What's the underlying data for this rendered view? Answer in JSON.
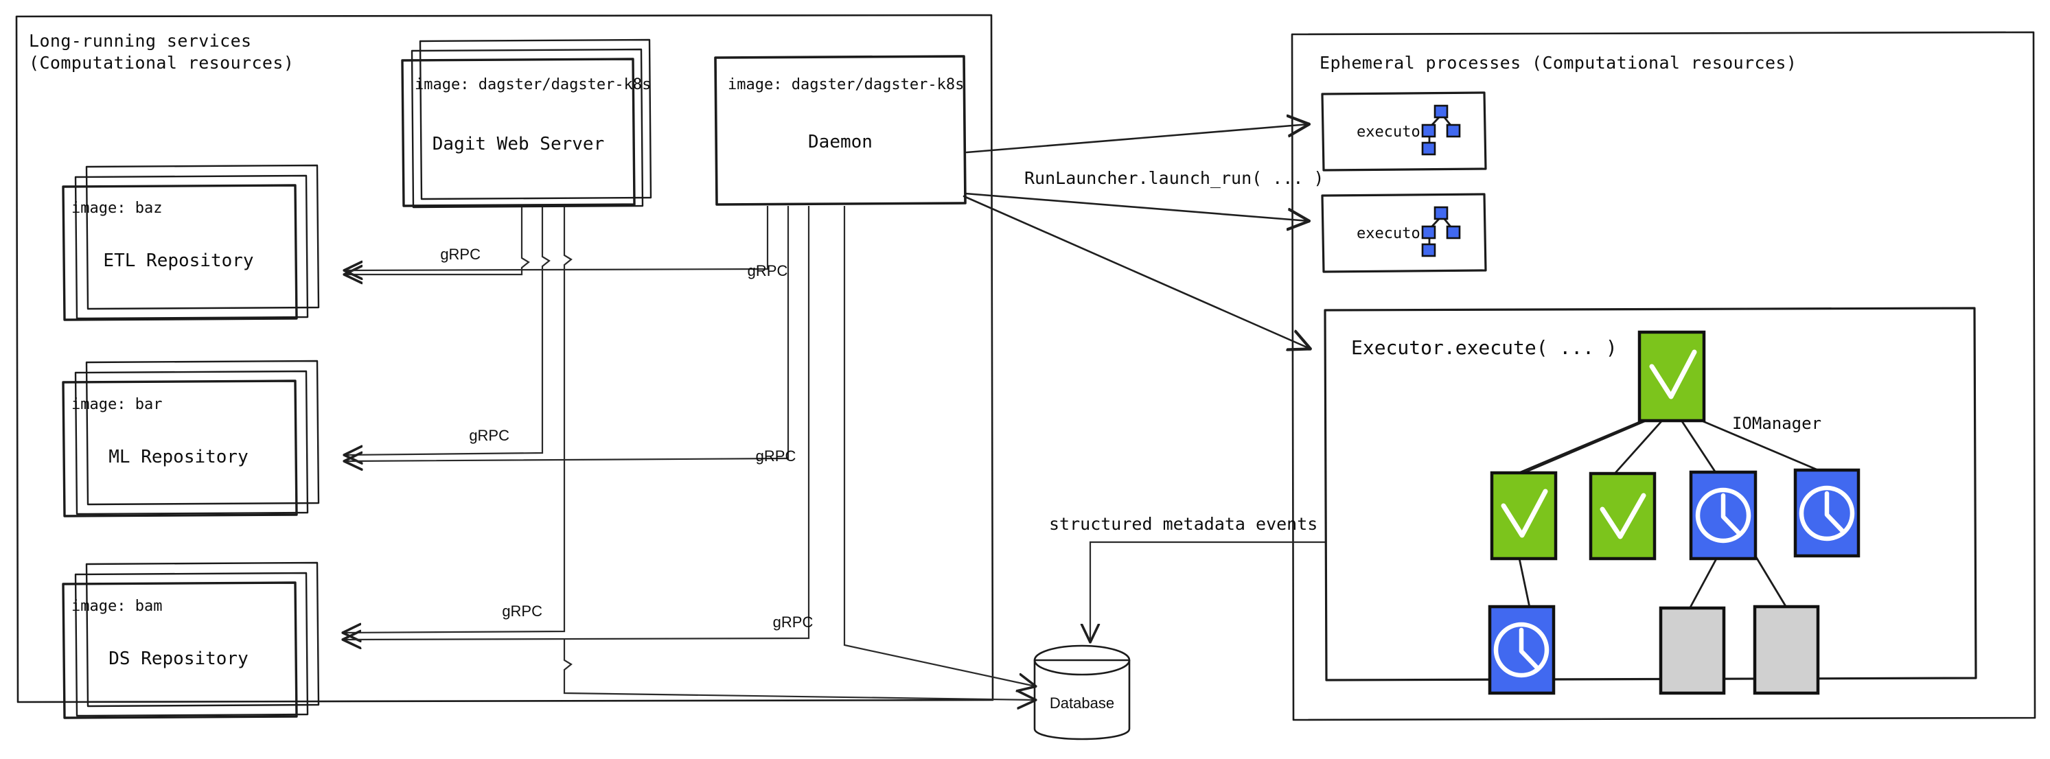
{
  "diagram": {
    "title_left": "Long-running services\n(Computational resources)",
    "panels": [
      {
        "id": "left",
        "line1": "Long-running services",
        "line2": "(Computational resources)"
      },
      {
        "id": "right",
        "line1": "Ephemeral processes (Computational resources)",
        "line2": ""
      }
    ]
  },
  "left_panel": {
    "title_line1": "Long-running services",
    "title_line2": "(Computational resources)",
    "services": [
      {
        "name": "dagit",
        "image_label": "image: dagster/dagster-k8s",
        "title": "Dagit Web Server",
        "fill": "#fbe0a2",
        "stacked": true
      },
      {
        "name": "daemon",
        "image_label": "image: dagster/dagster-k8s",
        "title": "Daemon",
        "fill": "#aed4f2",
        "stacked": false
      }
    ],
    "repositories": [
      {
        "image_label": "image: baz",
        "title": "ETL Repository",
        "fill": "#bfe6c4"
      },
      {
        "image_label": "image: bar",
        "title": "ML Repository",
        "fill": "#bfe6c4"
      },
      {
        "image_label": "image: bam",
        "title": "DS Repository",
        "fill": "#bfe6c4"
      }
    ]
  },
  "right_panel": {
    "title": "Ephemeral processes (Computational resources)",
    "executors": [
      {
        "label": "executor",
        "fill": "#e6e2f7"
      },
      {
        "label": "executor",
        "fill": "#e6e2f7"
      }
    ],
    "execute_panel": {
      "label": "Executor.execute( ... )",
      "io_manager_label": "IOManager",
      "fill": "#f2effb",
      "nodes": [
        {
          "id": "n0",
          "status": "success",
          "icon": "check-icon",
          "color": "#7cc41c"
        },
        {
          "id": "n1",
          "status": "success",
          "icon": "check-icon",
          "color": "#7cc41c"
        },
        {
          "id": "n2",
          "status": "success",
          "icon": "check-icon",
          "color": "#7cc41c"
        },
        {
          "id": "n3",
          "status": "pending",
          "icon": "clock-icon",
          "color": "#4169f0"
        },
        {
          "id": "n4",
          "status": "pending",
          "icon": "clock-icon",
          "color": "#4169f0"
        },
        {
          "id": "n5",
          "status": "pending",
          "icon": "clock-icon",
          "color": "#4169f0"
        },
        {
          "id": "n6",
          "status": "queued",
          "icon": "none",
          "color": "#d0d0d0"
        },
        {
          "id": "n7",
          "status": "queued",
          "icon": "none",
          "color": "#d0d0d0"
        }
      ],
      "edges": [
        {
          "from": "n0",
          "to": "n1"
        },
        {
          "from": "n0",
          "to": "n2"
        },
        {
          "from": "n0",
          "to": "n3"
        },
        {
          "from": "n0",
          "to": "n4"
        },
        {
          "from": "n1",
          "to": "n5"
        },
        {
          "from": "n3",
          "to": "n6"
        },
        {
          "from": "n3",
          "to": "n7"
        }
      ]
    }
  },
  "database": {
    "label": "Database"
  },
  "edge_labels": {
    "grpc": "gRPC",
    "run_launcher": "RunLauncher.launch_run( ... )",
    "metadata": "structured metadata events"
  },
  "colors": {
    "panel_bg": "#f4f4f4",
    "green": "#7cc41c",
    "blue": "#4169f0",
    "gray_node": "#d0d0d0",
    "amber": "#fbe0a2",
    "daemon_blue": "#aed4f2",
    "repo_green": "#bfe6c4",
    "executor_purple": "#e6e2f7",
    "execute_purple": "#f2effb",
    "ink": "#1b1b1b"
  }
}
